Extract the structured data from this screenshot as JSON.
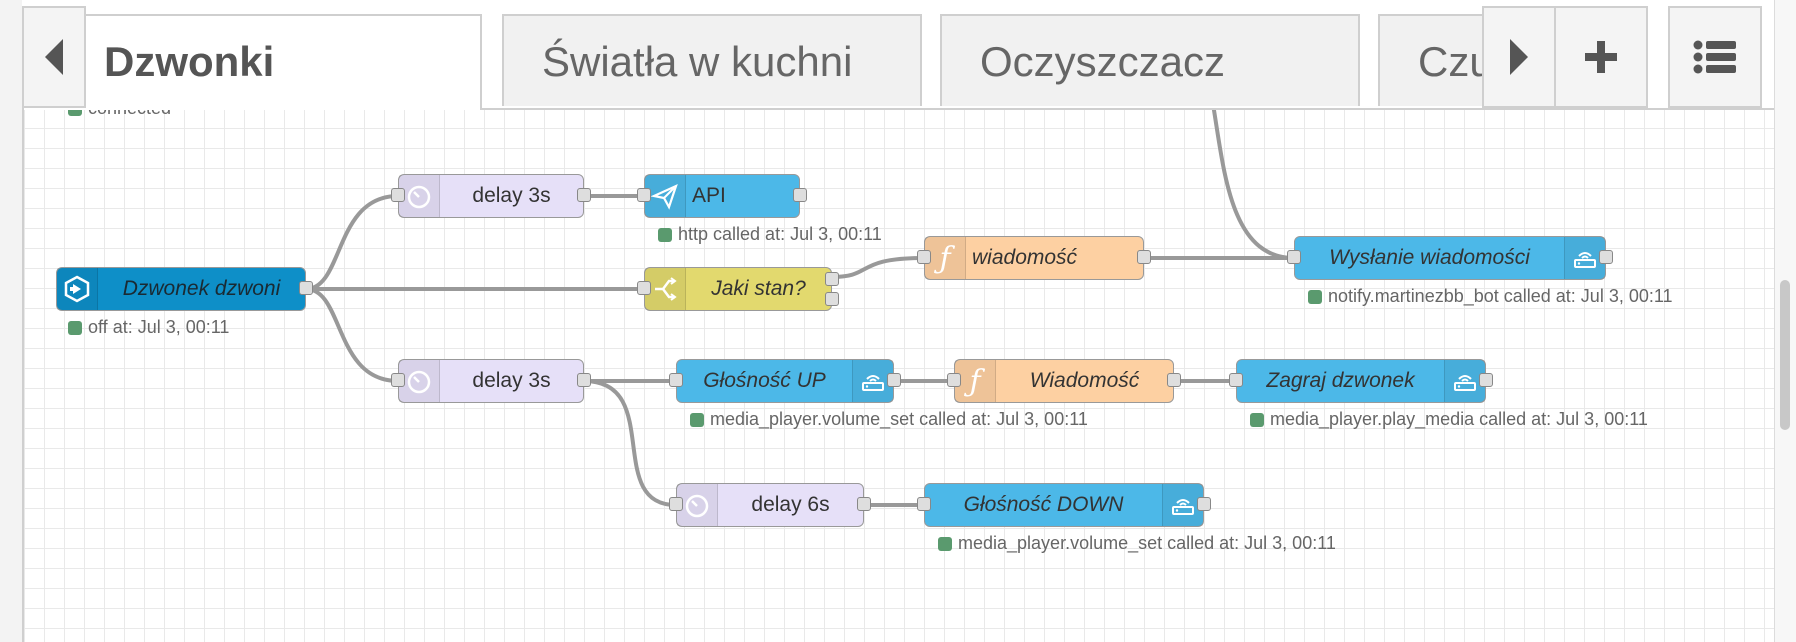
{
  "tabs": [
    {
      "label": "Dzwonki",
      "active": true
    },
    {
      "label": "Światła w kuchni",
      "active": false
    },
    {
      "label": "Oczyszczacz",
      "active": false
    },
    {
      "label": "Czu",
      "active": false
    }
  ],
  "toolbar": {
    "scroll_left_icon": "triangle-left-icon",
    "scroll_right_icon": "triangle-right-icon",
    "add_tab_icon": "plus-icon",
    "menu_icon": "list-icon"
  },
  "flow": {
    "top_status": "connected",
    "nodes": {
      "inject": {
        "label": "Dzwonek dzwoni",
        "status": "off at: Jul 3, 00:11",
        "icon": "arrow-in-icon"
      },
      "delay1": {
        "label": "delay 3s",
        "icon": "timer-icon"
      },
      "api": {
        "label": "API",
        "status": "http called at: Jul 3, 00:11",
        "icon": "paper-plane-icon"
      },
      "switch": {
        "label": "Jaki stan?",
        "icon": "switch-icon"
      },
      "func1": {
        "label": "wiadomość",
        "icon": "function-icon"
      },
      "notify": {
        "label": "Wysłanie wiadomości",
        "status": "notify.martinezbb_bot called at: Jul 3, 00:11",
        "icon": "router-icon"
      },
      "delay2": {
        "label": "delay 3s",
        "icon": "timer-icon"
      },
      "vol_up": {
        "label": "Głośność UP",
        "status": "media_player.volume_set called at: Jul 3, 00:11",
        "icon": "router-icon"
      },
      "func2": {
        "label": "Wiadomość",
        "icon": "function-icon"
      },
      "play": {
        "label": "Zagraj dzwonek",
        "status": "media_player.play_media called at: Jul 3, 00:11",
        "icon": "router-icon"
      },
      "delay3": {
        "label": "delay 6s",
        "icon": "timer-icon"
      },
      "vol_down": {
        "label": "Głośność DOWN",
        "status": "media_player.volume_set called at: Jul 3, 00:11",
        "icon": "router-icon"
      }
    }
  },
  "colors": {
    "status_dot": "#5a9a6e",
    "delay_node": "#e6e0f8",
    "ha_node": "#4cb8e8",
    "function_node": "#fdd0a2",
    "switch_node": "#e2d96e",
    "inject_node": "#0e8fc8",
    "wire": "#999999"
  }
}
